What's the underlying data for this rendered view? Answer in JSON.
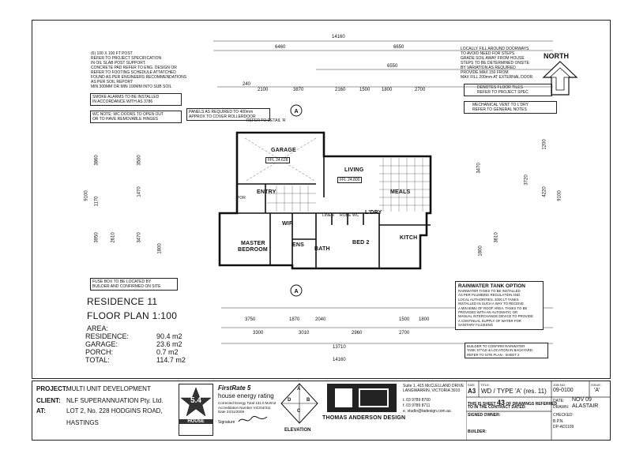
{
  "notes": {
    "foundation": [
      "(6) 100 X 100 FT POST",
      "REFER TO PROJECT SPECIFICATION",
      "IN OIL SLAB POST SUPPORT.",
      "CONCRETE PAD REFER TO ENG. DESIGN OR",
      "REFER TO FOOTING SCHEDULE ATTATCHED",
      "FOUND AS PER ENGINEERS RECOMMENDATIONS",
      "AS PER SOIL REPORT",
      "MIN 300MM OR MIN 100MM INTO SUB SOIL"
    ],
    "smoke": [
      "SMOKE ALARMS TO BE INSTALLED",
      "IN ACCORDANCE WITH AS 3786"
    ],
    "wc": [
      "WC NOTE: WC DOORS TO OPEN OUT",
      "OR TO HAVE REMOVABLE HINGES"
    ],
    "panels": [
      "PANELS AS REQUIRED TO 400mm",
      "APPROX TO COVER ROLLERDOOR"
    ],
    "fill": [
      "LOCALLY FILL AROUND DOORWAYS",
      "TO AVOID NEED FOR STEPS",
      "GRADE SOIL AWAY FROM HOUSE",
      "STEPS TO BE DETERMINED ONSITE",
      "BY VARIATION AS REQUIRED",
      "PROVIDE MAX 150 FROM",
      "MAX FILL 200mm AT EXTERNAL DOOR"
    ],
    "floor_tiles": [
      "DENOTES FLOOR TILES",
      "REFER TO PROJECT SPEC"
    ],
    "mech": [
      "MECHANICAL VENT TO L'DRY",
      "REFER TO GENERAL NOTES"
    ],
    "fuse": [
      "FUSE BOX TO BE LOCATED BY",
      "BUILDER AND CONFIRMED ON SITE"
    ],
    "refer_detail": "REFER TO DETAIL 'A'"
  },
  "north": "NORTH",
  "drawing": {
    "title": "RESIDENCE 11",
    "subtitle": "FLOOR PLAN 1:100",
    "area_label": "AREA:",
    "areas": [
      {
        "label": "RESIDENCE:",
        "value": "90.4 m2"
      },
      {
        "label": "GARAGE:",
        "value": "23.6 m2"
      },
      {
        "label": "PORCH:",
        "value": "0.7 m2"
      },
      {
        "label": "TOTAL:",
        "value": "114.7 m2"
      }
    ]
  },
  "rooms": {
    "garage": "GARAGE",
    "garage_ffl": "FFL 24.628",
    "living": "LIVING",
    "living_ffl": "FFL 24.800",
    "entry": "ENTRY",
    "meals": "MEALS",
    "kitch": "KITCH",
    "master": "MASTER",
    "bedroom": "BEDROOM",
    "wir": "WIR",
    "bath": "BATH",
    "ens": "ENS",
    "bed2": "BED 2",
    "ldry": "L'DRY",
    "robe": "ROBE",
    "linen": "LINEN",
    "wc": "WC",
    "por": "POR"
  },
  "dims": {
    "top_total": "14160",
    "top_row1": [
      "6460",
      "6650"
    ],
    "top_row2": [
      "6550"
    ],
    "top_row3": [
      "240",
      "2100",
      "3870",
      "2160",
      "1500",
      "1800",
      "2700"
    ],
    "bottom_row1": [
      "3750",
      "1870",
      "2040",
      "1500",
      "1800"
    ],
    "bottom_row2": [
      "3300",
      "3010",
      "2960",
      "2700"
    ],
    "bottom_total1": "13710",
    "bottom_total2": "14160",
    "left": [
      "9100",
      "3860",
      "3500",
      "1470",
      "1170",
      "3950",
      "2610",
      "3470",
      "1800"
    ],
    "right": [
      "9100",
      "1200",
      "3470",
      "4220",
      "3610",
      "3720",
      "1800"
    ]
  },
  "rainwater": {
    "title": "RAINWATER TANK OPTION",
    "text": [
      "RAINWATER TANKS TO BE INSTALLED",
      "AS PER PLUMBING REGULATION AND",
      "LOCAL AUTHORITIES. 2000 LT TANKS",
      "INSTALLED IN SUCH A WAY TO RECEIVE",
      "A MIN 50M2 OF ROOF AREA. TANKS TO BE",
      "PROVIDED WITH AN AUTOMATIC OR",
      "MANUAL INTERCHANGE DEVICE TO PROVIDE",
      "A CONTINUAL SUPPLY OF WATER FOR",
      "SANITARY FLUSHING"
    ],
    "note": [
      "BUILDER TO CONFIRM RAINWATER",
      "TANK STYLE & LOCATION IN BACKYARD.",
      "REFER TO SITE PLAN - SHEET 2"
    ]
  },
  "title_block": {
    "project_label": "PROJECT:",
    "project": "MULTI UNIT DEVELOPMENT",
    "client_label": "CLIENT:",
    "client": "NLF SUPERANNUATION Pty. Ltd.",
    "at_label": "AT:",
    "at_line1": "LOT 2, No. 228 HODGINS ROAD,",
    "at_line2": "HASTINGS",
    "star": "5.4",
    "star_sub": "HOUSE",
    "firstrate": "FirstRate 5",
    "energy": "house energy rating",
    "energy_lines": [
      "Corrected Energy Total 131.0 MJ/m2",
      "Accreditation Number VIC/04/311",
      "Date 23/11/2009"
    ],
    "signature_label": "Signature",
    "elevation": "ELEVATION",
    "compass": [
      "A",
      "B",
      "D",
      "C"
    ],
    "firm": "THOMAS ANDERSON DESIGN",
    "address": [
      "Suite 1, 415 McCLELLAND DRIVE",
      "LANGWARRIN, VICTORIA 3910"
    ],
    "phone": [
      "t. 03 9789 8700",
      "f. 03 9789 8711",
      "e. studio@tadesign.com.au"
    ],
    "size_label": "SIZE",
    "size": "A3",
    "title_label": "TITLE:",
    "title": "WD / TYPE 'A'  (res. 11)",
    "job_label": "JOB NO:",
    "job": "09-0100",
    "rev_label": "REF:",
    "issue_label": "ISSUE:",
    "issue": "'A'",
    "sheet_text": "THIS IS SHEET",
    "sheet": "43",
    "sheet_rest": "OF DRAWINGS REFERRED",
    "contract": "TO IN THE CONTRACT DATED:",
    "signed": "SIGNED OWNER:",
    "builder": "BUILDER:",
    "date_label": "DATE:",
    "date": "NOV 09",
    "drawn_label": "DRAWN:",
    "drawn": "ALASTAIR",
    "checked_label": "CHECKED:",
    "bpn": "B.P.N.",
    "bpn_val": "DP-AD1109"
  }
}
